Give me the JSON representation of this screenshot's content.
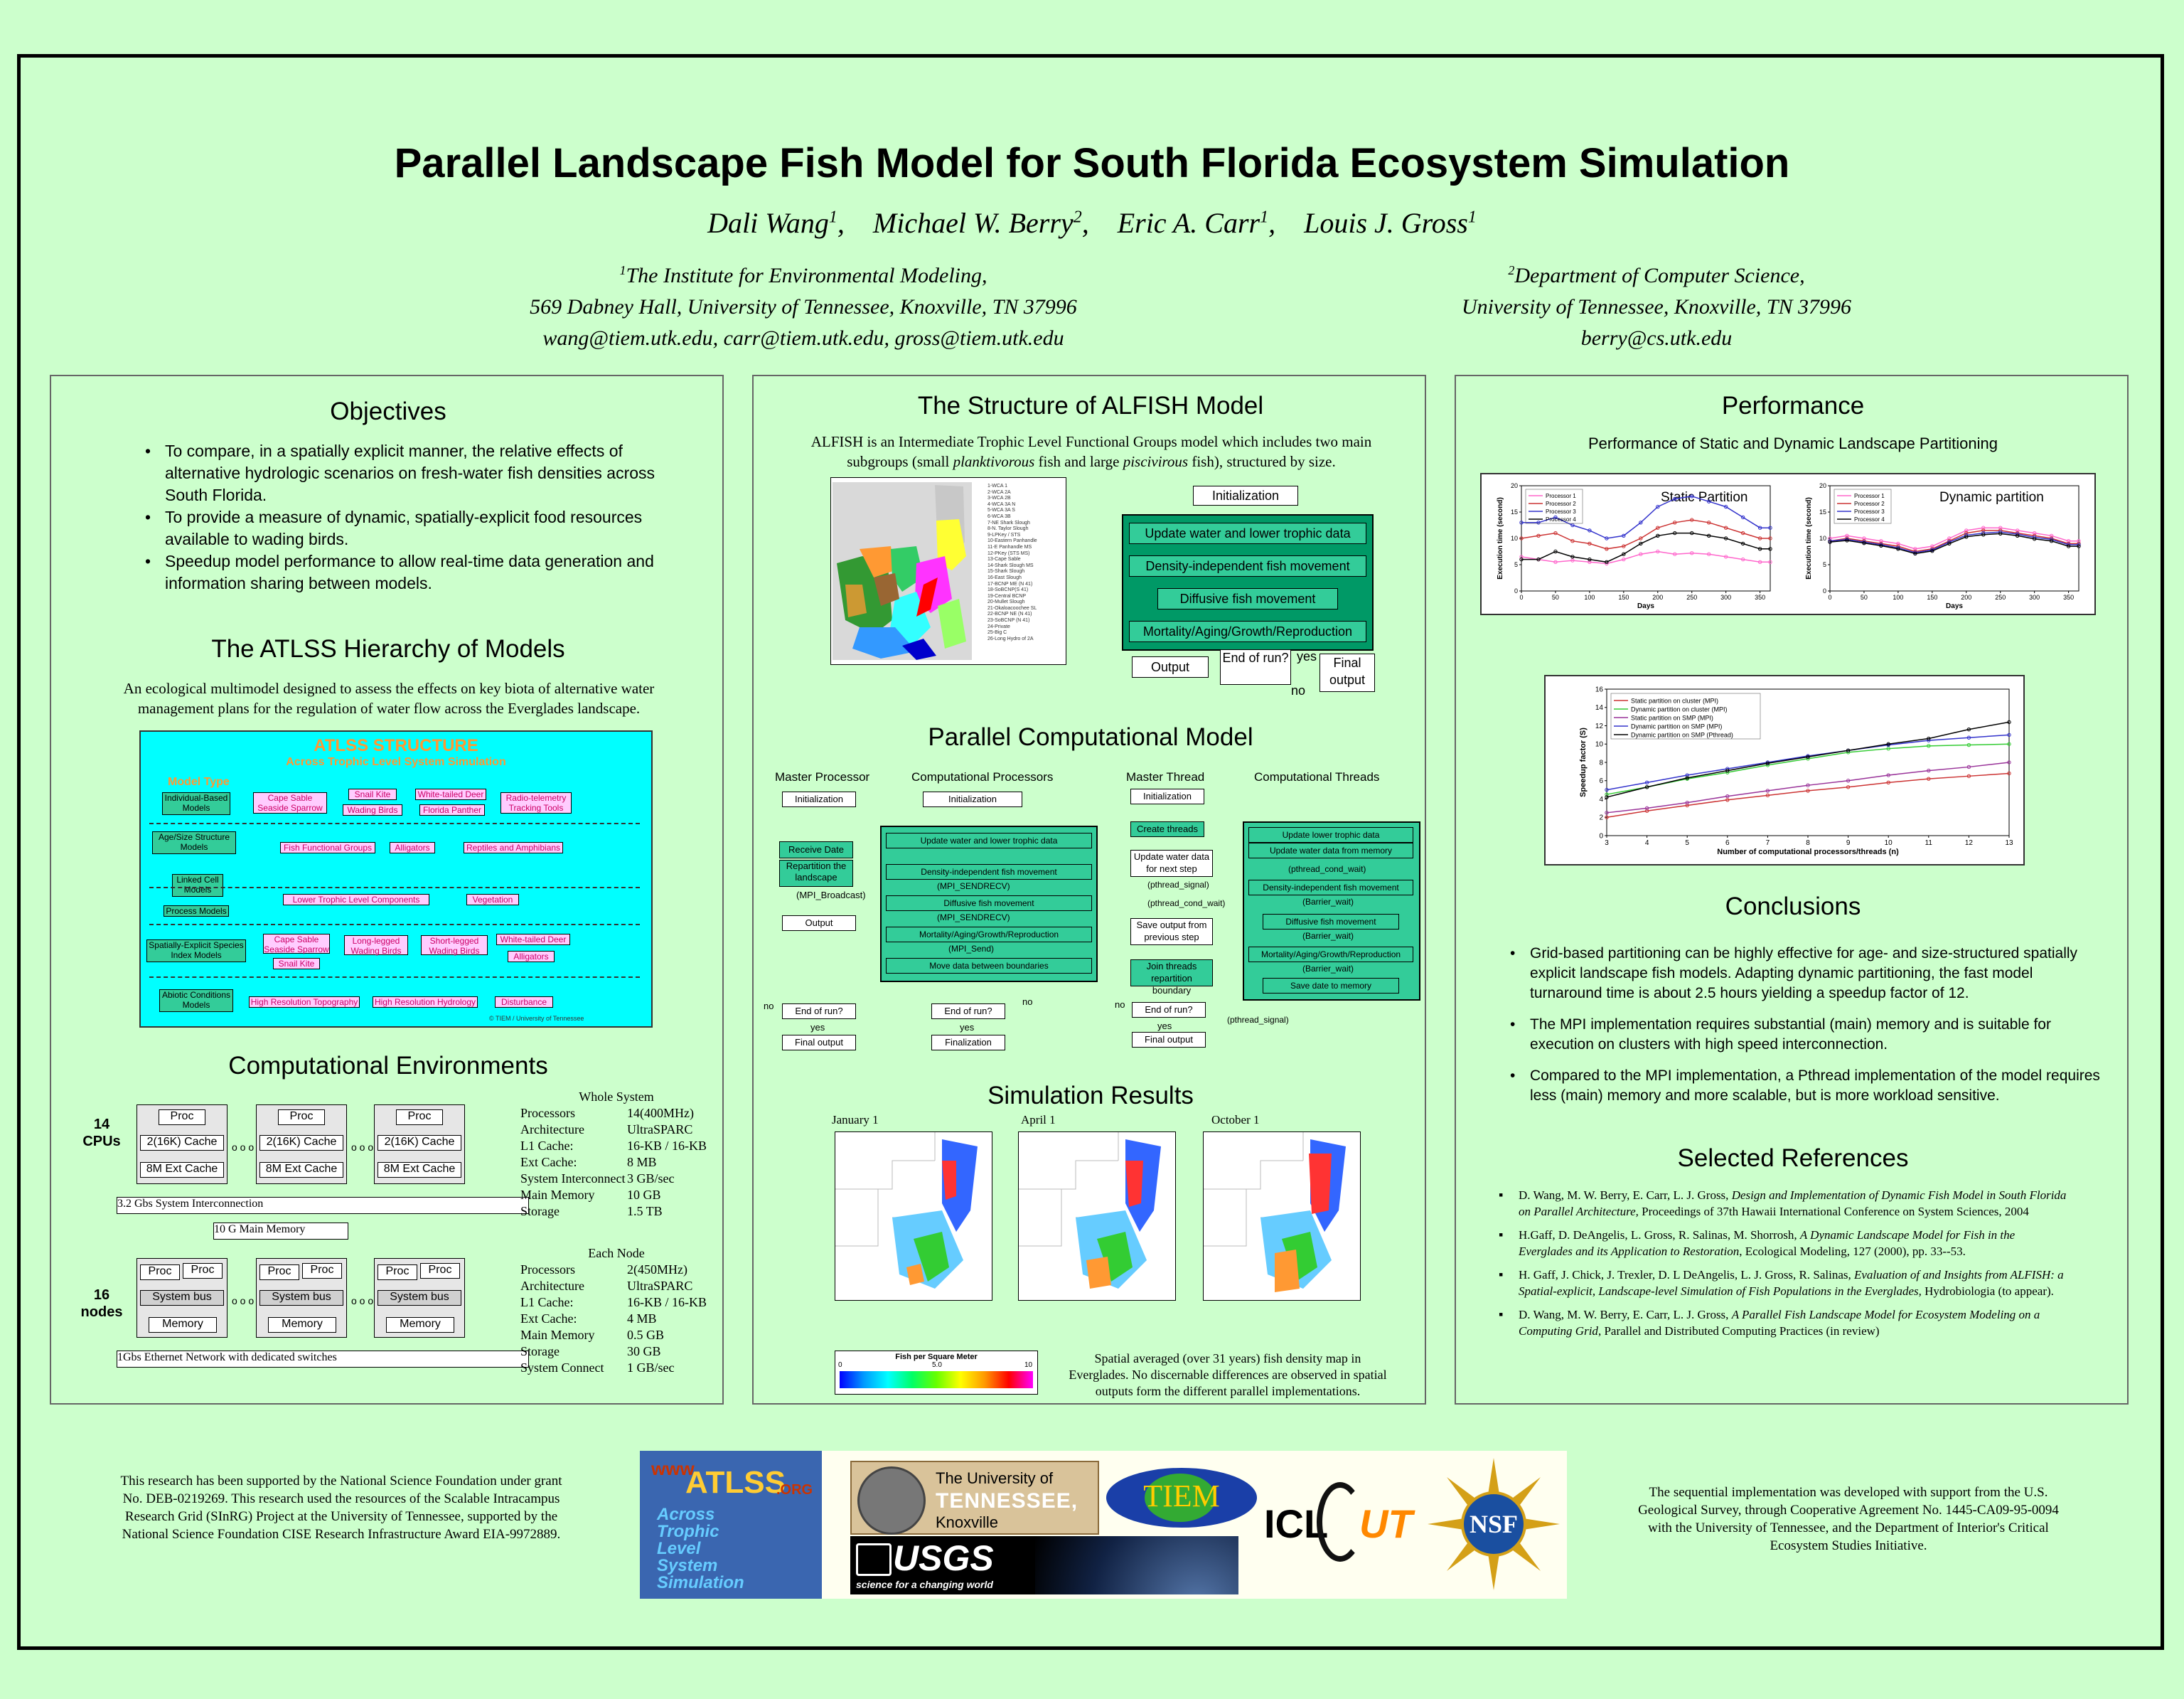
{
  "header": {
    "title": "Parallel Landscape Fish Model for South Florida Ecosystem Simulation",
    "authors": [
      {
        "name": "Dali Wang",
        "sup": "1"
      },
      {
        "name": "Michael W. Berry",
        "sup": "2"
      },
      {
        "name": "Eric A. Carr",
        "sup": "1"
      },
      {
        "name": "Louis J. Gross",
        "sup": "1"
      }
    ],
    "affil1": {
      "sup": "1",
      "line1": "The Institute for Environmental Modeling,",
      "line2": "569 Dabney Hall, University of Tennessee, Knoxville, TN 37996",
      "line3": "wang@tiem.utk.edu, carr@tiem.utk.edu, gross@tiem.utk.edu"
    },
    "affil2": {
      "sup": "2",
      "line1": "Department of Computer Science,",
      "line2": "University of Tennessee, Knoxville, TN 37996",
      "line3": "berry@cs.utk.edu"
    }
  },
  "objectives": {
    "title": "Objectives",
    "items": [
      "To compare, in a spatially explicit manner, the relative effects of alternative hydrologic scenarios on fresh-water fish densities across South Florida.",
      "To provide a measure of dynamic, spatially-explicit food resources available to wading birds.",
      "Speedup model performance to allow real-time data generation and information sharing between models."
    ]
  },
  "atlss": {
    "title": "The ATLSS Hierarchy of Models",
    "desc": "An ecological multimodel designed to assess the effects on key biota of alternative water management plans for the regulation of water flow across the Everglades landscape.",
    "diagram_title": "ATLSS STRUCTURE",
    "diagram_subtitle": "Across Trophic Level System Simulation",
    "model_type": "Model Type",
    "boxes": {
      "ibm": "Individual-Based Models",
      "cape1": "Cape Sable Seaside Sparrow",
      "snail1": "Snail Kite",
      "wading": "Wading Birds",
      "wtdeer1": "White-tailed Deer",
      "panther": "Florida Panther",
      "radio": "Radio-telemetry Tracking Tools",
      "age": "Age/Size Structure Models",
      "ffg": "Fish Functional Groups",
      "alligators1": "Alligators",
      "reptiles": "Reptiles and Amphibians",
      "linked": "Linked Cell Models",
      "process": "Process Models",
      "lower": "Lower Trophic Level Components",
      "veg": "Vegetation",
      "sesi": "Spatially-Explicit Species Index Models",
      "cape2": "Cape Sable Seaside Sparrow",
      "snail2": "Snail Kite",
      "long": "Long-legged Wading Birds",
      "short": "Short-legged Wading Birds",
      "wtdeer2": "White-tailed Deer",
      "alligators2": "Alligators",
      "abiotic": "Abiotic Conditions Models",
      "topo": "High Resolution Topography",
      "hydro": "High Resolution Hydrology",
      "dist": "Disturbance",
      "copy": "© TIEM / University of Tennessee"
    }
  },
  "compenv": {
    "title": "Computational Environments",
    "cpus_label": "14\nCPUs",
    "nodes_label": "16\nnodes",
    "proc": "Proc",
    "cache": "2(16K) Cache",
    "ext": "8M Ext Cache",
    "interconnect": "3.2 Gbs System Interconnection",
    "mainmem": "10 G Main Memory",
    "sysbus": "System bus",
    "memory": "Memory",
    "ethernet": "1Gbs Ethernet Network with dedicated switches",
    "dots": "o o o",
    "whole_title": "Whole System",
    "whole": [
      [
        "Processors",
        "14(400MHz)"
      ],
      [
        "Architecture",
        "UltraSPARC"
      ],
      [
        "L1 Cache:",
        "16-KB / 16-KB"
      ],
      [
        "Ext Cache:",
        "8 MB"
      ],
      [
        "System Interconnect",
        "3 GB/sec"
      ],
      [
        "Main Memory",
        "10 GB"
      ],
      [
        "Storage",
        "1.5 TB"
      ]
    ],
    "node_title": "Each Node",
    "node": [
      [
        "Processors",
        "2(450MHz)"
      ],
      [
        "Architecture",
        "UltraSPARC"
      ],
      [
        "L1 Cache:",
        "16-KB / 16-KB"
      ],
      [
        "Ext Cache:",
        "4 MB"
      ],
      [
        "Main Memory",
        "0.5 GB"
      ],
      [
        "Storage",
        "30 GB"
      ],
      [
        "System Connect",
        "1 GB/sec"
      ]
    ]
  },
  "structure": {
    "title": "The Structure of ALFISH Model",
    "desc_a": "ALFISH is an Intermediate Trophic Level Functional Groups model which includes two main subgroups (small ",
    "desc_b": "planktivorous",
    "desc_c": " fish and large ",
    "desc_d": "piscivirous",
    "desc_e": " fish), structured by size.",
    "legend": [
      "1-WCA 1",
      "2-WCA 2A",
      "3-WCA 2B",
      "4-WCA 3A N",
      "5-WCA 3A S",
      "6-WCA 3B",
      "7-NE Shark Slough",
      "8-N. Taylor Slough",
      "9-LPKey / STS",
      "10-Eastern Panhandle",
      "11-E Panhandle MS",
      "12-PKey (STS MS)",
      "13-Cape Sable",
      "14-Shark Slough MS",
      "15-Shark Slough",
      "16-East Slough",
      "17-BCNP ME (N 41)",
      "18-SoBCNP(S 41)",
      "19-Central BCNP",
      "20-Mullet Slough",
      "21-Okaloacoochee SL",
      "22-BCNP NE (N 41)",
      "23-SoBCNP (N 41)",
      "24-Private",
      "25-Big C",
      "26-Long Hydro of 2A"
    ],
    "flow": {
      "init": "Initialization",
      "update": "Update water and lower trophic data",
      "density": "Density-independent fish movement",
      "diffusive": "Diffusive fish movement",
      "mortality": "Mortality/Aging/Growth/Reproduction",
      "output": "Output",
      "endrun": "End of run?",
      "yes": "yes",
      "no": "no",
      "final": "Final output"
    }
  },
  "parallel": {
    "title": "Parallel Computational Model",
    "h1": "Master Processor",
    "h2": "Computational Processors",
    "h3": "Master Thread",
    "h4": "Computational Threads",
    "init": "Initialization",
    "recv": "Receive Date",
    "repart": "Repartition the landscape",
    "bcast": "(MPI_Broadcast)",
    "output": "Output",
    "endrun": "End of run?",
    "yes": "yes",
    "no": "no",
    "final": "Final output",
    "update": "Update water and lower trophic data",
    "density": "Density-independent fish movement",
    "sendrecv": "(MPI_SENDRECV)",
    "diffusive": "Diffusive fish movement",
    "mortality": "Mortality/Aging/Growth/Reproduction",
    "send": "(MPI_Send)",
    "move": "Move data between boundaries",
    "finalization": "Finalization",
    "create": "Create threads",
    "updatenext": "Update water data for next step",
    "psignal": "(pthread_signal)",
    "pwait": "(pthread_cond_wait)",
    "saveout": "Save output from previous step",
    "join": "Join threads repartition boundary",
    "t_update": "Update lower trophic data",
    "t_updatemem": "Update water data from memory",
    "t_pwait": "(pthread_cond_wait)",
    "t_density": "Density-independent fish movement",
    "t_barrier": "(Barrier_wait)",
    "t_diffusive": "Diffusive fish movement",
    "t_mortality": "Mortality/Aging/Growth/Reproduction",
    "t_save": "Save date to memory",
    "t_psignal": "(pthread_signal)"
  },
  "simulation": {
    "title": "Simulation Results",
    "maps": [
      "January 1",
      "April 1",
      "October 1"
    ],
    "scale_title": "Fish per Square Meter",
    "scale_ticks": [
      "0",
      "5.0",
      "10"
    ],
    "caption": "Spatial averaged (over 31 years) fish density map in Everglades. No discernable differences are observed in spatial outputs form the different parallel implementations."
  },
  "performance": {
    "title": "Performance",
    "subtitle": "Performance of Static and Dynamic Landscape Partitioning"
  },
  "chart_data": [
    {
      "type": "line",
      "title": "Static Partition",
      "xlabel": "Days",
      "ylabel": "Execution time (second)",
      "xlim": [
        0,
        365
      ],
      "ylim": [
        0,
        20
      ],
      "xticks": [
        "0",
        "50",
        "100",
        "150",
        "200",
        "250",
        "300",
        "350"
      ],
      "yticks": [
        "0",
        "5",
        "10",
        "15",
        "20"
      ],
      "x": [
        0,
        25,
        50,
        75,
        100,
        125,
        150,
        175,
        200,
        225,
        250,
        275,
        300,
        325,
        350,
        365
      ],
      "series": [
        {
          "name": "Processor 1",
          "color": "#ff66cc",
          "values": [
            6.5,
            6,
            5.5,
            5.8,
            5.5,
            5.2,
            6,
            7,
            7.5,
            7,
            7.2,
            7,
            6.5,
            6,
            5.5,
            5.5
          ]
        },
        {
          "name": "Processor 2",
          "color": "#cc3333",
          "values": [
            10,
            10.5,
            11,
            9.5,
            9,
            8,
            8.5,
            10,
            12,
            13,
            13.5,
            13,
            12,
            11,
            10,
            10
          ]
        },
        {
          "name": "Processor 3",
          "color": "#3333cc",
          "values": [
            13,
            13,
            14,
            12.5,
            11.5,
            10,
            10.5,
            13,
            16,
            17.5,
            18,
            17,
            16,
            14,
            12,
            12
          ]
        },
        {
          "name": "Processor 4",
          "color": "#000000",
          "values": [
            6,
            6,
            7.5,
            6.5,
            6,
            5.5,
            7,
            9,
            10.5,
            11,
            11,
            10.5,
            10,
            9,
            8,
            8
          ]
        }
      ],
      "legend": "top-left"
    },
    {
      "type": "line",
      "title": "Dynamic partition",
      "xlabel": "Days",
      "ylabel": "Execution time (second)",
      "xlim": [
        0,
        365
      ],
      "ylim": [
        0,
        20
      ],
      "xticks": [
        "0",
        "50",
        "100",
        "150",
        "200",
        "250",
        "300",
        "350"
      ],
      "yticks": [
        "0",
        "5",
        "10",
        "15",
        "20"
      ],
      "x": [
        0,
        25,
        50,
        75,
        100,
        125,
        150,
        175,
        200,
        225,
        250,
        275,
        300,
        325,
        350,
        365
      ],
      "series": [
        {
          "name": "Processor 1",
          "color": "#ff66cc",
          "values": [
            10,
            10.5,
            10,
            9.5,
            9,
            8,
            8.5,
            10,
            11.5,
            12,
            12,
            11.5,
            11,
            10.5,
            9.5,
            9.5
          ]
        },
        {
          "name": "Processor 2",
          "color": "#cc3333",
          "values": [
            9.5,
            10,
            9.5,
            9,
            8.5,
            7.5,
            8,
            9.5,
            11,
            11.5,
            11.5,
            11,
            10.5,
            10,
            9,
            9
          ]
        },
        {
          "name": "Processor 3",
          "color": "#3333cc",
          "values": [
            9.5,
            9.8,
            9.3,
            8.8,
            8.2,
            7.3,
            7.8,
            9.3,
            10.6,
            11,
            11.2,
            10.8,
            10.2,
            9.8,
            8.8,
            8.8
          ]
        },
        {
          "name": "Processor 4",
          "color": "#000000",
          "values": [
            9.3,
            9.6,
            9.1,
            8.6,
            8,
            7.1,
            7.6,
            9,
            10.3,
            10.7,
            10.9,
            10.5,
            9.9,
            9.5,
            8.5,
            8.5
          ]
        }
      ],
      "legend": "top-left"
    },
    {
      "type": "line",
      "title": "",
      "xlabel": "Number of computational processors/threads (n)",
      "ylabel": "Speedup factor (S)",
      "xlim": [
        3,
        13
      ],
      "ylim": [
        0,
        16
      ],
      "xticks": [
        "3",
        "4",
        "5",
        "6",
        "7",
        "8",
        "9",
        "10",
        "11",
        "12",
        "13"
      ],
      "yticks": [
        "0",
        "2",
        "4",
        "6",
        "8",
        "10",
        "12",
        "14",
        "16"
      ],
      "x": [
        3,
        4,
        5,
        6,
        7,
        8,
        9,
        10,
        11,
        12,
        13
      ],
      "series": [
        {
          "name": "Static partition on cluster (MPI)",
          "color": "#cc3333",
          "values": [
            2,
            2.7,
            3.3,
            3.9,
            4.4,
            4.9,
            5.3,
            5.8,
            6.2,
            6.5,
            6.8
          ]
        },
        {
          "name": "Dynamic partition on cluster (MPI)",
          "color": "#33cc33",
          "values": [
            4.5,
            5.3,
            6.2,
            6.9,
            7.7,
            8.4,
            9.1,
            9.5,
            9.8,
            9.9,
            10
          ]
        },
        {
          "name": "Static partition on SMP (MPI)",
          "color": "#993399",
          "values": [
            2.5,
            3,
            3.6,
            4.3,
            4.9,
            5.5,
            6,
            6.6,
            7.1,
            7.5,
            8
          ]
        },
        {
          "name": "Dynamic partition on SMP (MPI)",
          "color": "#3333cc",
          "values": [
            5,
            5.8,
            6.6,
            7.3,
            8,
            8.7,
            9.3,
            9.9,
            10.4,
            10.7,
            11
          ]
        },
        {
          "name": "Dynamic partition on SMP (Pthread)",
          "color": "#000000",
          "values": [
            4.2,
            5.3,
            6.3,
            7.1,
            7.9,
            8.6,
            9.3,
            10,
            10.6,
            11.6,
            12.4
          ]
        }
      ],
      "legend": "top-left"
    }
  ],
  "conclusions": {
    "title": "Conclusions",
    "items": [
      "Grid-based partitioning can be highly effective for age- and size-structured spatially explicit landscape fish models. Adapting dynamic partitioning, the fast model turnaround time is about 2.5 hours yielding a speedup factor of 12.",
      "The MPI implementation requires substantial (main) memory and is suitable for execution on clusters with high speed interconnection.",
      "Compared to the MPI implementation,  a Pthread implementation of the model requires less (main) memory and more scalable, but is more workload sensitive."
    ]
  },
  "references": {
    "title": "Selected References",
    "items": [
      {
        "a": "D. Wang, M. W. Berry, E. Carr, L. J. Gross, ",
        "i": "Design and Implementation of Dynamic Fish Model in South Florida on Parallel Architecture,",
        "b": "  Proceedings of 37th Hawaii International Conference on System Sciences, 2004"
      },
      {
        "a": "H.Gaff, D. DeAngelis, L. Gross, R. Salinas, M. Shorrosh, ",
        "i": "A Dynamic Landscape Model for Fish in the Everglades and its Application to Restoration",
        "b": ", Ecological Modeling, 127 (2000), pp. 33--53."
      },
      {
        "a": "H. Gaff, J. Chick, J. Trexler, D. L DeAngelis, L. J. Gross, R. Salinas, ",
        "i": "Evaluation of and Insights from ALFISH: a Spatial-explicit, Landscape-level Simulation of Fish Populations in the Everglades,",
        "b": " Hydrobiologia (to appear)."
      },
      {
        "a": "D. Wang, M. W. Berry, E. Carr, L. J. Gross, ",
        "i": "A Parallel Fish Landscape Model for Ecosystem Modeling on a Computing Grid",
        "b": ", Parallel and Distributed Computing Practices (in review)"
      }
    ]
  },
  "footer": {
    "left": "This research has been supported by the National Science Foundation under grant No. DEB-0219269. This research used the resources of the Scalable Intracampus Research Grid (SInRG) Project at the University of Tennessee, supported by the National Science Foundation CISE Research Infrastructure Award EIA-9972889.",
    "right": "The sequential implementation was developed with support from the U.S. Geological Survey, through Cooperative Agreement No. 1445-CA09-95-0094 with the University of Tennessee, and the Department of Interior's Critical Ecosystem Studies Initiative.",
    "logos": {
      "atlss_www": "www",
      "atlss_name": "ATLSS",
      "atlss_org": ".ORG",
      "atlss_lines": [
        "Across",
        "Trophic",
        "Level",
        "System",
        "Simulation"
      ],
      "ut1": "The University of",
      "ut2": "TENNESSEE,",
      "ut3": "Knoxville",
      "tiem": "TIEM",
      "usgs": "USGS",
      "usgs_tag": "science for a changing world",
      "icl": "ICL",
      "ut": "UT",
      "nsf": "NSF"
    }
  }
}
